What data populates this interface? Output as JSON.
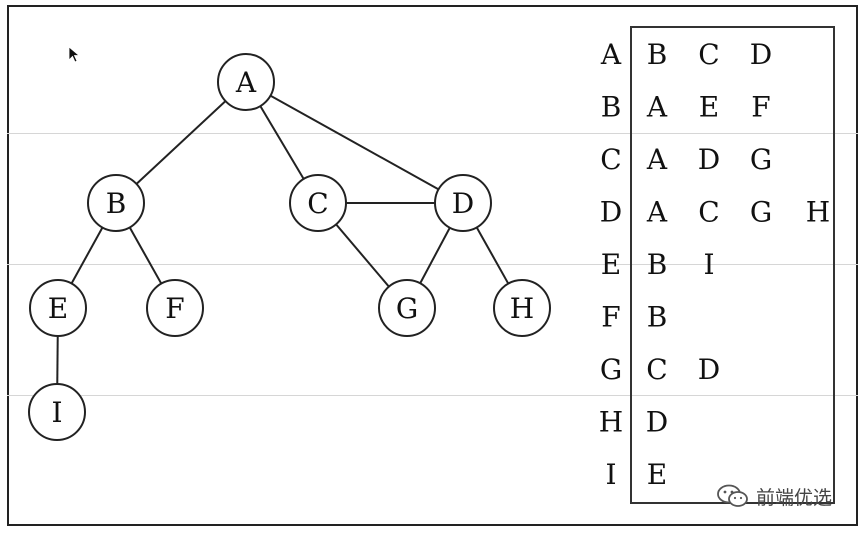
{
  "graph": {
    "nodes": [
      {
        "id": "A",
        "label": "A"
      },
      {
        "id": "B",
        "label": "B"
      },
      {
        "id": "C",
        "label": "C"
      },
      {
        "id": "D",
        "label": "D"
      },
      {
        "id": "E",
        "label": "E"
      },
      {
        "id": "F",
        "label": "F"
      },
      {
        "id": "G",
        "label": "G"
      },
      {
        "id": "H",
        "label": "H"
      },
      {
        "id": "I",
        "label": "I"
      }
    ],
    "edges": [
      [
        "A",
        "B"
      ],
      [
        "A",
        "C"
      ],
      [
        "A",
        "D"
      ],
      [
        "B",
        "E"
      ],
      [
        "B",
        "F"
      ],
      [
        "C",
        "D"
      ],
      [
        "C",
        "G"
      ],
      [
        "D",
        "G"
      ],
      [
        "D",
        "H"
      ],
      [
        "E",
        "I"
      ]
    ]
  },
  "adjacency_list": [
    {
      "vertex": "A",
      "neighbors": [
        "B",
        "C",
        "D"
      ]
    },
    {
      "vertex": "B",
      "neighbors": [
        "A",
        "E",
        "F"
      ]
    },
    {
      "vertex": "C",
      "neighbors": [
        "A",
        "D",
        "G"
      ]
    },
    {
      "vertex": "D",
      "neighbors": [
        "A",
        "C",
        "G",
        "H"
      ]
    },
    {
      "vertex": "E",
      "neighbors": [
        "B",
        "I"
      ]
    },
    {
      "vertex": "F",
      "neighbors": [
        "B"
      ]
    },
    {
      "vertex": "G",
      "neighbors": [
        "C",
        "D"
      ]
    },
    {
      "vertex": "H",
      "neighbors": [
        "D"
      ]
    },
    {
      "vertex": "I",
      "neighbors": [
        "E"
      ]
    }
  ],
  "watermark": {
    "text": "前端优选",
    "icon": "wechat-icon"
  },
  "colors": {
    "stroke": "#222222",
    "text": "#111111",
    "background": "#ffffff"
  }
}
